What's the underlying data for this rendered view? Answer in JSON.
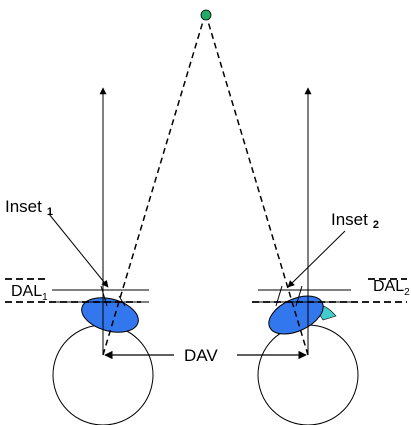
{
  "labels": {
    "inset_left_text": "Inset",
    "inset_left_sub": "1",
    "inset_right_text": "Inset",
    "inset_right_sub": "2",
    "dal_left_text": "DAL",
    "dal_left_sub": "1",
    "dal_right_text": "DAL",
    "dal_right_sub": "2",
    "dav": "DAV"
  },
  "colors": {
    "target": "#22aa66",
    "lens": "#3377ee",
    "cornea": "#44cccc",
    "line": "#000000"
  },
  "icons": {
    "target": "fixation-target-dot",
    "left_eye": "eyeball",
    "right_eye": "eyeball"
  }
}
